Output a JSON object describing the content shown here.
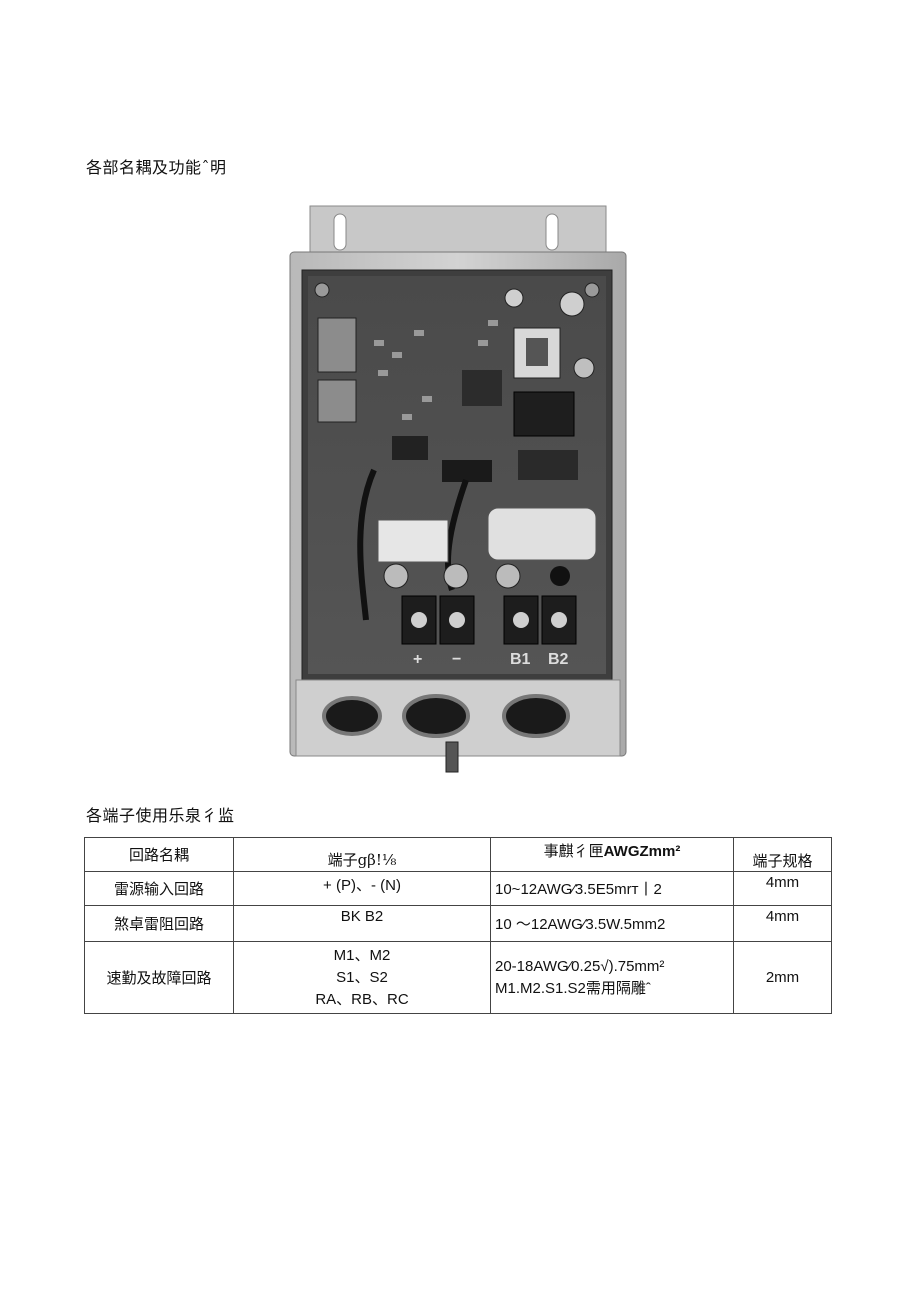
{
  "section1_title": "各部名耦及功能ˆ明",
  "section2_title": "各端子使用乐泉彳监",
  "photo": {
    "board_labels": {
      "plus": "+",
      "minus": "−",
      "b1": "B1",
      "b2": "B2"
    }
  },
  "table": {
    "headers": {
      "circuit_name": "回路名耦",
      "terminal_symbol": "端子gβ!⅛",
      "wire_prefix": "事麒彳匣",
      "wire_bold": "AWGZmm²",
      "terminal_spec": "端子规格"
    },
    "rows": [
      {
        "name": "雷源输入回路",
        "terminals": [
          "+ (P)、- (N)"
        ],
        "wire": [
          "10~12AWG⁄3.5E5mrт丨2"
        ],
        "spec": "4mm"
      },
      {
        "name": "煞卓雷阻回路",
        "terminals": [
          "BK B2"
        ],
        "wire": [
          "10 ～12AWG⁄3.5W.5mm2"
        ],
        "spec": "4mm"
      },
      {
        "name": "速勤及故障回路",
        "terminals": [
          "M1、M2",
          "S1、S2",
          "RA、RB、RC"
        ],
        "wire": [
          "20-18AWG⁄0.25√).75mm²",
          "M1.M2.S1.S2需用隔雕ˆ"
        ],
        "spec": "2mm"
      }
    ]
  }
}
